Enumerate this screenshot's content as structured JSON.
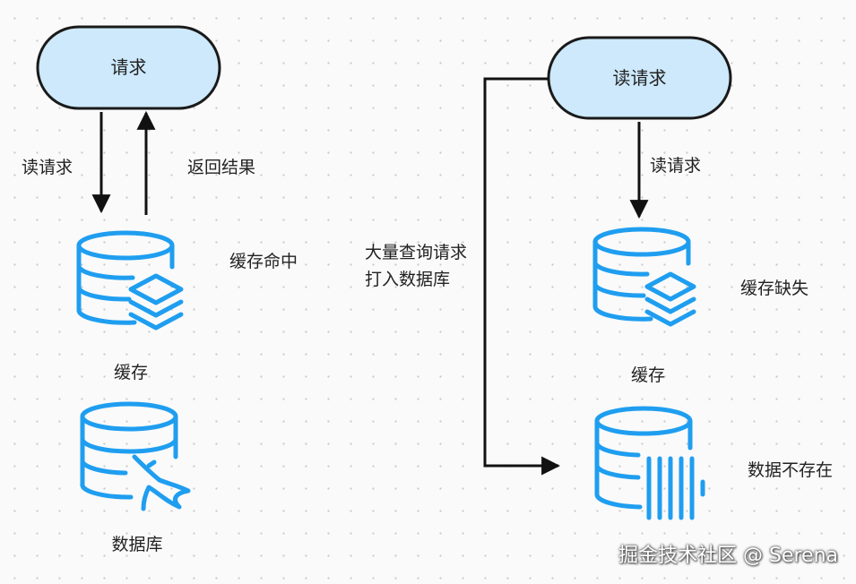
{
  "left": {
    "request_node": "请求",
    "down_label": "读请求",
    "up_label": "返回结果",
    "hit_label": "缓存命中",
    "cache_label": "缓存",
    "db_label": "数据库"
  },
  "right": {
    "request_node": "读请求",
    "down_label": "读请求",
    "bypass_label_line1": "大量查询请求",
    "bypass_label_line2": "打入数据库",
    "miss_label": "缓存缺失",
    "cache_label": "缓存",
    "db_missing_label": "数据不存在"
  },
  "watermark": "掘金技术社区 @ Serena",
  "colors": {
    "node_fill": "#cde9fb",
    "node_stroke": "#1a1a1a",
    "icon_blue": "#1f9ef0",
    "arrow": "#111111"
  },
  "icons": {
    "cache": "database-stack-icon",
    "database": "database-mysql-icon",
    "database_missing": "database-barcode-icon"
  }
}
